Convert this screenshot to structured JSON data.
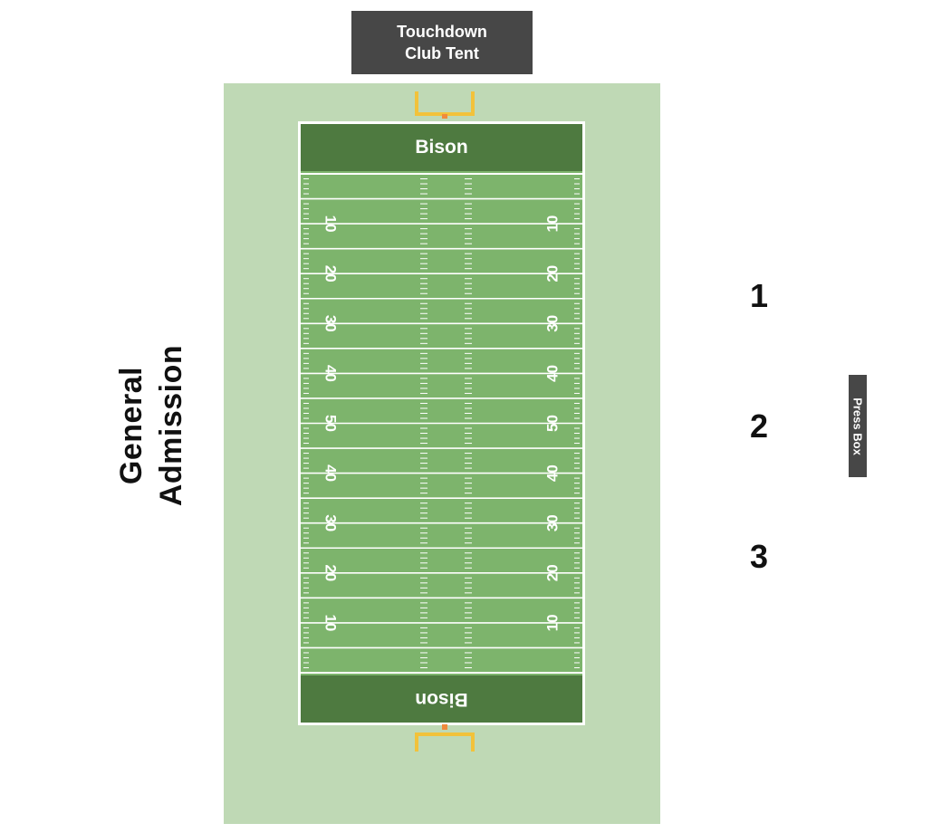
{
  "tent": {
    "line1": "Touchdown",
    "line2": "Club Tent"
  },
  "field": {
    "endzone_top": "Bison",
    "endzone_bottom": "Bison",
    "yard_labels": [
      "10",
      "20",
      "30",
      "40",
      "50",
      "40",
      "30",
      "20",
      "10"
    ]
  },
  "general_admission": {
    "line1": "General",
    "line2": "Admission"
  },
  "sections": [
    "1",
    "2",
    "3"
  ],
  "press_box": "Press Box",
  "colors": {
    "tent": "#474747",
    "surround": "#bfd9b5",
    "turf": "#7db46c",
    "endzone": "#4e7a40",
    "goalpost": "#f2c23a",
    "goalpost_base": "#f08a3c"
  }
}
